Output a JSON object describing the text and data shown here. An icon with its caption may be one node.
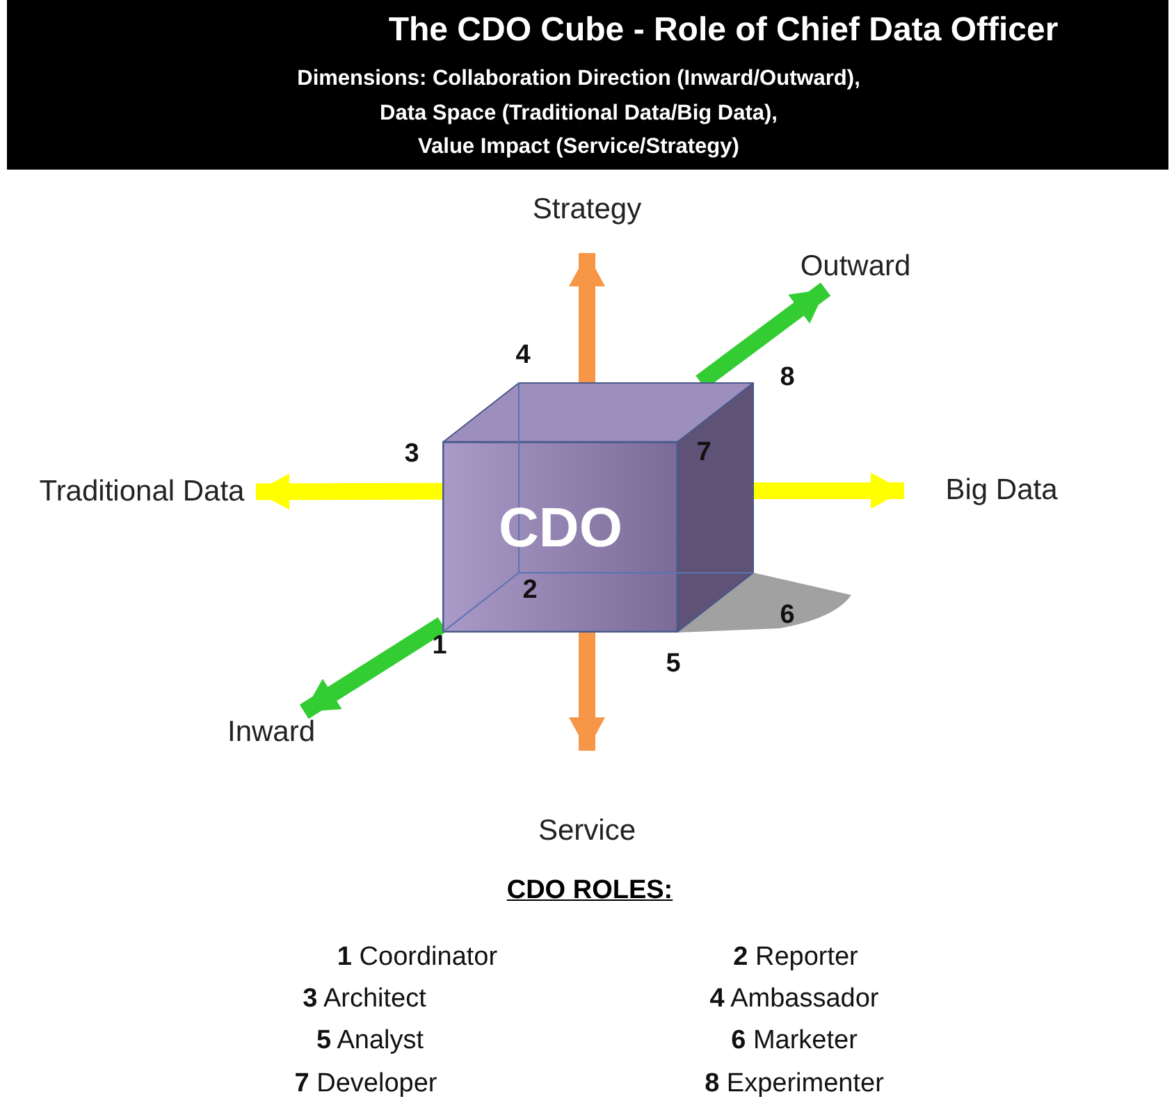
{
  "diagram": {
    "title": "The CDO Cube - Role of Chief Data Officer",
    "nodes": [
      {
        "text": [
          "CDO"
        ]
      },
      {
        "text": [
          "Strategy"
        ]
      },
      {
        "text": [
          "Outward"
        ]
      },
      {
        "text": [
          "Traditional Data"
        ]
      },
      {
        "text": [
          "Big Data"
        ]
      },
      {
        "text": [
          "Inward"
        ]
      },
      {
        "text": [
          "Service"
        ]
      }
    ],
    "edges": [
      {
        "from": 0,
        "to": 1,
        "arrow": "to",
        "color": "#f79646"
      },
      {
        "from": 0,
        "to": 2,
        "arrow": "to",
        "color": "#33cc33"
      },
      {
        "from": 0,
        "to": 3,
        "arrow": "to",
        "color": "#ffff00"
      },
      {
        "from": 0,
        "to": 4,
        "arrow": "to",
        "color": "#ffff00"
      },
      {
        "from": 0,
        "to": 5,
        "arrow": "to",
        "color": "#33cc33"
      },
      {
        "from": 0,
        "to": 6,
        "arrow": "to",
        "color": "#f79646"
      }
    ],
    "labels": [
      "Dimensions: Collaboration Direction (Inward/Outward),",
      "Data Space (Traditional Data/Big Data),",
      "Value Impact (Service/Strategy)",
      "4",
      "8",
      "3",
      "7",
      "2",
      "6",
      "1",
      "5",
      "CDO ROLES:",
      "**1** Coordinator",
      "**2** Reporter",
      "**3** Architect",
      "**4** Ambassador",
      "**5** Analyst",
      "**6** Marketer",
      "**7** Developer",
      "**8** Experimenter"
    ]
  }
}
